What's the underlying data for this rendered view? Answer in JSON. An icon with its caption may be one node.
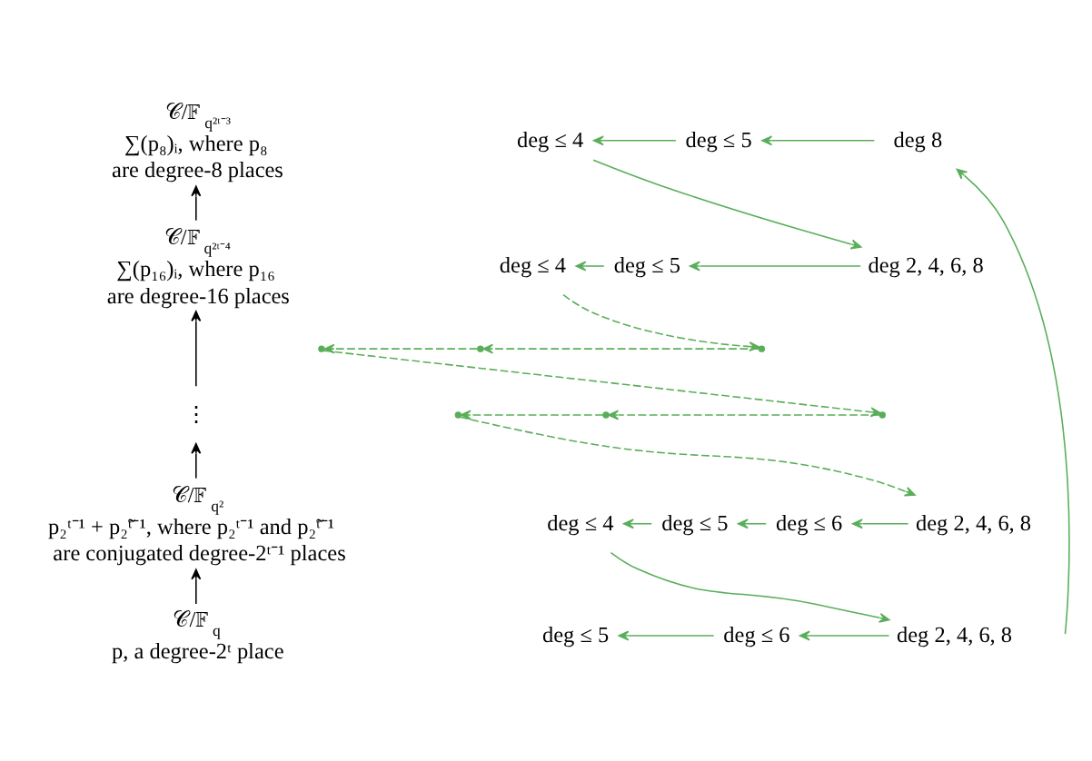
{
  "diagram": {
    "nodes": [
      {
        "text": [
          "𝒞/𝔽$_{q²ᵗ⁻³}$",
          "∑(p₈)ᵢ, where p₈ are degree-8 places"
        ]
      },
      {
        "text": [
          "deg ≤ 4"
        ]
      },
      {
        "text": [
          "deg ≤ 5"
        ]
      },
      {
        "text": [
          "deg 8"
        ]
      },
      {
        "text": [
          "𝒞/𝔽$_{q²ᵗ⁻⁴}$",
          "∑(p₁₆)ᵢ, where p₁₆ are degree-16 places"
        ]
      },
      {
        "text": [
          "deg ≤ 4"
        ]
      },
      {
        "text": [
          "deg ≤ 5"
        ]
      },
      {
        "text": [
          "deg 2, 4, 6, 8"
        ]
      },
      {
        "text": [],
        "shape": "point"
      },
      {
        "text": [],
        "shape": "point"
      },
      {
        "text": [],
        "shape": "point"
      },
      {
        "text": [
          "⋮"
        ]
      },
      {
        "text": [],
        "shape": "point"
      },
      {
        "text": [],
        "shape": "point"
      },
      {
        "text": [],
        "shape": "point"
      },
      {
        "text": [
          "𝒞/𝔽$_{q²}$",
          "p₂ᵗ⁻¹ + p₂̃ᵗ⁻¹, where p₂ᵗ⁻¹ and p₂̃ᵗ⁻¹ are conjugated degree-2ᵗ⁻¹ places"
        ]
      },
      {
        "text": [
          "deg ≤ 4"
        ]
      },
      {
        "text": [
          "deg ≤ 5"
        ]
      },
      {
        "text": [
          "deg ≤ 6"
        ]
      },
      {
        "text": [
          "deg 2, 4, 6, 8"
        ]
      },
      {
        "text": [
          "𝒞/𝔽$_{q}$",
          "p, a degree-2ᵗ place"
        ]
      },
      {
        "text": [
          "deg ≤ 5"
        ]
      },
      {
        "text": [
          "deg ≤ 6"
        ]
      },
      {
        "text": [
          "deg 2, 4, 6, 8"
        ]
      }
    ],
    "edges": [
      {
        "from": 2,
        "to": 1,
        "arrow": "to"
      },
      {
        "from": 3,
        "to": 2,
        "arrow": "to"
      },
      {
        "from": 1,
        "to": 7,
        "arrow": "to"
      },
      {
        "from": 4,
        "to": 0,
        "arrow": "to",
        "color": "#000000"
      },
      {
        "from": 6,
        "to": 5,
        "arrow": "to"
      },
      {
        "from": 7,
        "to": 6,
        "arrow": "to"
      },
      {
        "from": 5,
        "to": 10,
        "arrow": "to",
        "style": "dashed"
      },
      {
        "from": 10,
        "to": 9,
        "arrow": "to",
        "style": "dashed"
      },
      {
        "from": 9,
        "to": 8,
        "arrow": "to",
        "style": "dashed"
      },
      {
        "from": 8,
        "to": 14,
        "arrow": "to",
        "style": "dashed"
      },
      {
        "from": 11,
        "to": 4,
        "arrow": "to",
        "color": "#000000"
      },
      {
        "from": 14,
        "to": 13,
        "arrow": "to",
        "style": "dashed"
      },
      {
        "from": 13,
        "to": 12,
        "arrow": "to",
        "style": "dashed"
      },
      {
        "from": 12,
        "to": 19,
        "arrow": "to",
        "style": "dashed"
      },
      {
        "from": 15,
        "to": 11,
        "arrow": "to",
        "color": "#000000"
      },
      {
        "from": 17,
        "to": 16,
        "arrow": "to"
      },
      {
        "from": 18,
        "to": 17,
        "arrow": "to"
      },
      {
        "from": 19,
        "to": 18,
        "arrow": "to"
      },
      {
        "from": 16,
        "to": 23,
        "arrow": "to"
      },
      {
        "from": 20,
        "to": 15,
        "arrow": "to",
        "color": "#000000"
      },
      {
        "from": 22,
        "to": 21,
        "arrow": "to"
      },
      {
        "from": 23,
        "to": 22,
        "arrow": "to"
      },
      {
        "from": null,
        "to": 3,
        "arrow": "to"
      }
    ]
  }
}
